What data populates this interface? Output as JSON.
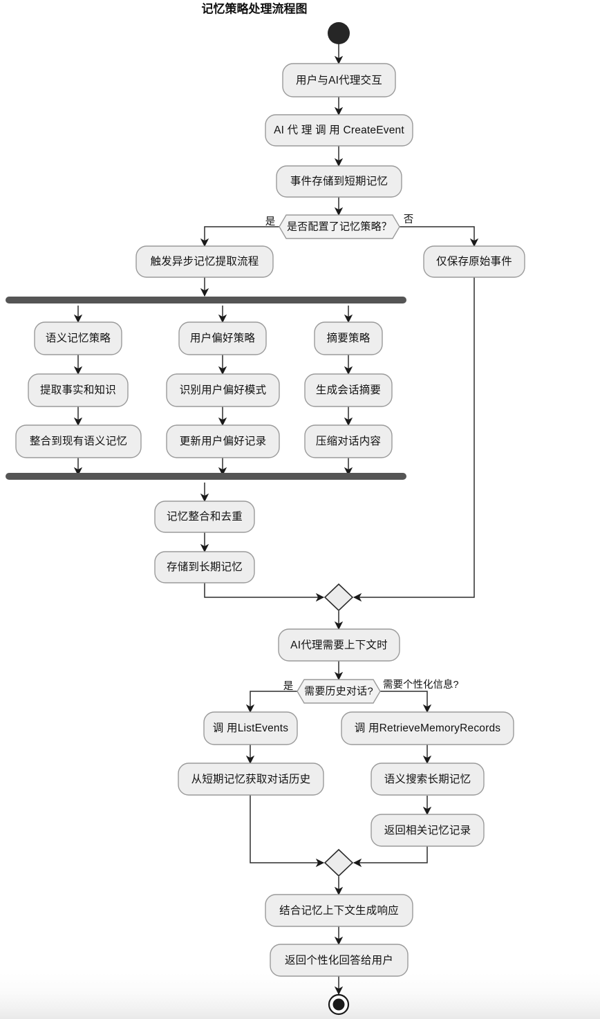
{
  "diagram": {
    "title": "记忆策略处理流程图",
    "type": "activity-flowchart",
    "colors": {
      "node_fill": "#eeeeee",
      "node_stroke": "#9a9a9a",
      "bar_fill": "#555555",
      "edge_stroke": "#2b2b2b",
      "text": "#111111",
      "background": "#ffffff"
    },
    "start_node": "start-node",
    "end_node": "end-node",
    "nodes": {
      "n_user_interact": "用户与AI代理交互",
      "n_call_createevent": "AI 代 理 调 用 CreateEvent",
      "n_store_short": "事件存储到短期记忆",
      "d_has_policy": "是否配置了记忆策略？",
      "n_trigger_async": "触发异步记忆提取流程",
      "n_only_raw": "仅保存原始事件",
      "n_semantic_policy": "语义记忆策略",
      "n_pref_policy": "用户偏好策略",
      "n_summary_policy": "摘要策略",
      "n_extract_facts": "提取事实和知识",
      "n_identify_pref": "识别用户偏好模式",
      "n_gen_summary": "生成会话摘要",
      "n_merge_semantic": "整合到现有语义记忆",
      "n_update_pref": "更新用户偏好记录",
      "n_compress": "压缩对话内容",
      "n_consolidate": "记忆整合和去重",
      "n_store_long": "存储到长期记忆",
      "n_need_context": "AI代理需要上下文时",
      "d_need_history": "需要历史对话?",
      "n_call_listevents": "调 用ListEvents",
      "n_call_retrieve": "调 用RetrieveMemoryRecords",
      "n_get_history": "从短期记忆获取对话历史",
      "n_semantic_search": "语义搜索长期记忆",
      "n_return_records": "返回相关记忆记录",
      "n_gen_response": "结合记忆上下文生成响应",
      "n_return_answer": "返回个性化回答给用户"
    },
    "edge_labels": {
      "policy_yes": "是",
      "policy_no": "否",
      "history_yes": "是",
      "history_personalize": "需要个性化信息?"
    },
    "bars": {
      "fork_label": "fork-bar",
      "join_label": "join-bar"
    }
  }
}
